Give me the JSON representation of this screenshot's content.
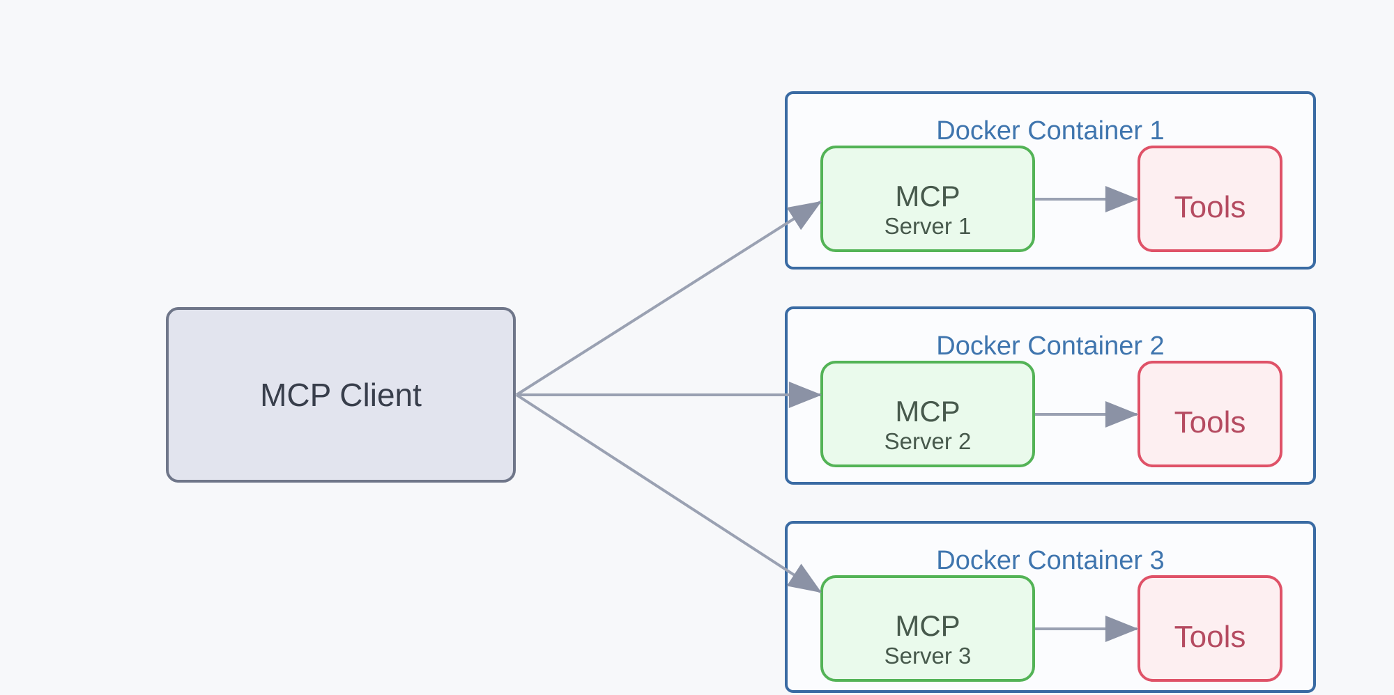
{
  "diagram": {
    "type": "flowchart",
    "background_color": "#f7f8fa",
    "client": {
      "label": "MCP Client",
      "fill": "#e2e4ee",
      "border_color": "#6f7689",
      "text_color": "#383e4b"
    },
    "containers": [
      {
        "title": "Docker Container 1",
        "server": {
          "line1": "MCP",
          "line2": "Server 1"
        },
        "tools_label": "Tools"
      },
      {
        "title": "Docker Container 2",
        "server": {
          "line1": "MCP",
          "line2": "Server 2"
        },
        "tools_label": "Tools"
      },
      {
        "title": "Docker Container 3",
        "server": {
          "line1": "MCP",
          "line2": "Server 3"
        },
        "tools_label": "Tools"
      }
    ],
    "connections": [
      {
        "from": "MCP Client",
        "to": "MCP Server 1"
      },
      {
        "from": "MCP Client",
        "to": "MCP Server 2"
      },
      {
        "from": "MCP Client",
        "to": "MCP Server 3"
      },
      {
        "from": "MCP Server 1",
        "to": "Tools"
      },
      {
        "from": "MCP Server 2",
        "to": "Tools"
      },
      {
        "from": "MCP Server 3",
        "to": "Tools"
      }
    ],
    "colors": {
      "container_border": "#3a6ba3",
      "container_fill": "#fbfcfe",
      "container_title": "#3f75ae",
      "server_border": "#53b356",
      "server_fill": "#eafaec",
      "server_text": "#47594c",
      "tools_border": "#df5268",
      "tools_fill": "#fdeff1",
      "tools_text": "#b54b61",
      "arrow_line": "#9aa1b2",
      "arrow_head": "#8b92a5"
    }
  }
}
